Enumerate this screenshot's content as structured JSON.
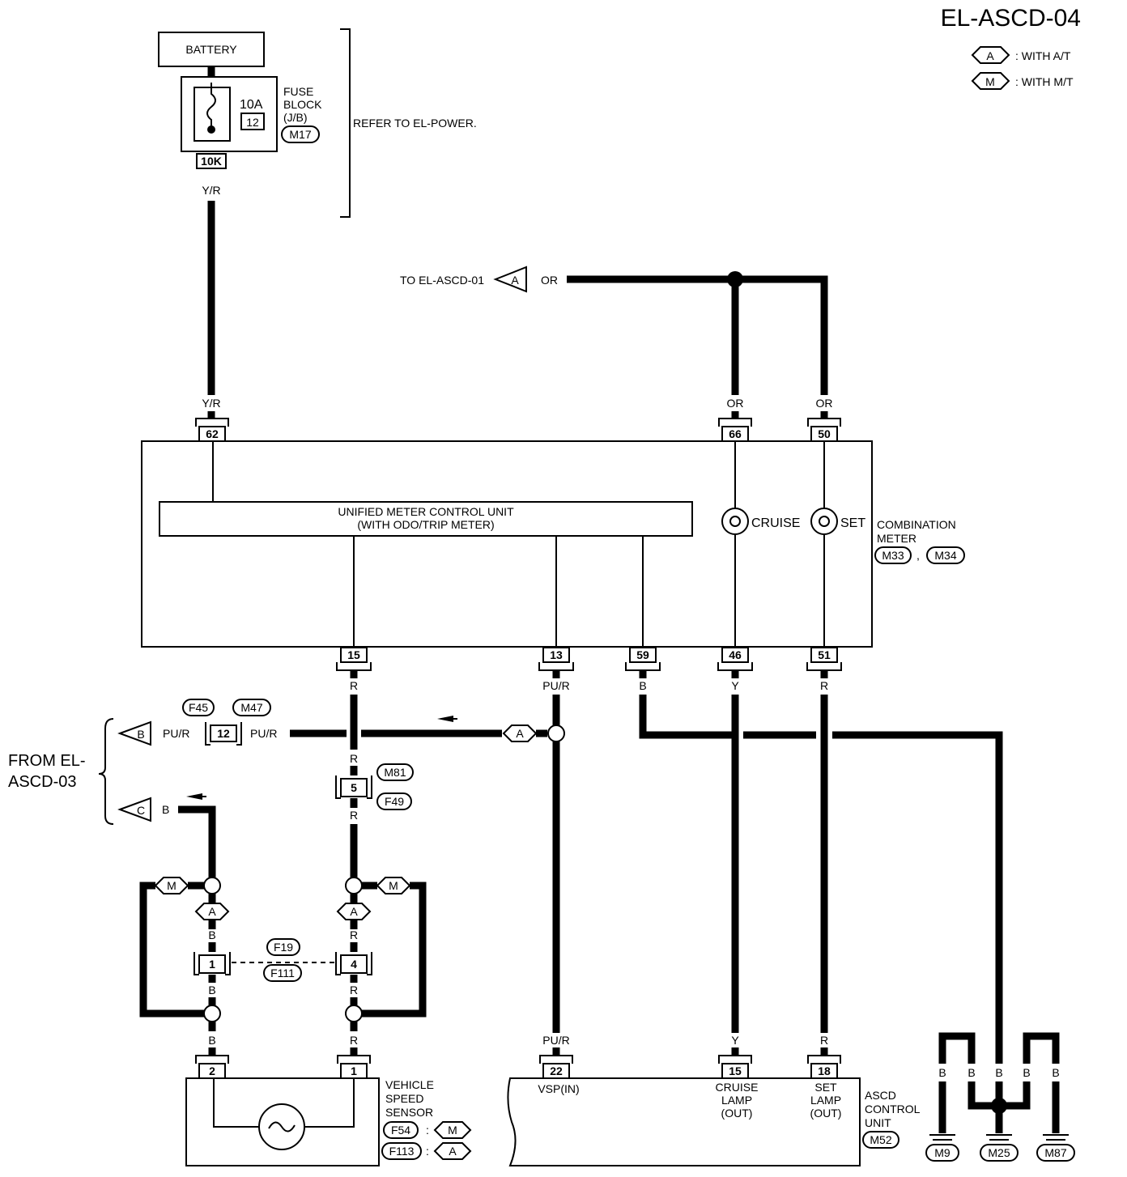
{
  "title": "EL-ASCD-04",
  "legend": {
    "a_symbol": "A",
    "a_text": ": WITH A/T",
    "m_symbol": "M",
    "m_text": ": WITH M/T"
  },
  "battery": "BATTERY",
  "fuse": {
    "amp": "10A",
    "number": "12",
    "label1": "FUSE",
    "label2": "BLOCK",
    "label3": "(J/B)",
    "connector": "M17",
    "terminal": "10K",
    "refer": "REFER TO EL-POWER."
  },
  "wires": {
    "yr": "Y/R",
    "or": "OR",
    "r": "R",
    "pur": "PU/R",
    "b": "B",
    "y": "Y"
  },
  "to_ascd01": {
    "label": "TO EL-ASCD-01",
    "symbol": "A"
  },
  "combination_meter": {
    "label1": "COMBINATION",
    "label2": "METER",
    "conn1": "M33",
    "sep": ",",
    "conn2": "M34",
    "unit_line1": "UNIFIED METER CONTROL UNIT",
    "unit_line2": "(WITH ODO/TRIP METER)",
    "cruise": "CRUISE",
    "set": "SET",
    "pins_top": [
      "62",
      "66",
      "50"
    ],
    "pins_bottom": [
      "15",
      "13",
      "59",
      "46",
      "51"
    ]
  },
  "from_ascd03": {
    "line1": "FROM EL-",
    "line2": "ASCD-03",
    "b_symbol": "B",
    "c_symbol": "C",
    "conn_f45": "F45",
    "conn_m47": "M47",
    "pin12": "12"
  },
  "a_marker": "A",
  "m_marker": "M",
  "mid_connector": {
    "pin": "5",
    "conn1": "M81",
    "conn2": "F49"
  },
  "f19_connector": {
    "conn1": "F19",
    "conn2": "F111",
    "pin_left": "1",
    "pin_right": "4"
  },
  "vss": {
    "line1": "VEHICLE",
    "line2": "SPEED",
    "line3": "SENSOR",
    "pins": [
      "2",
      "1"
    ],
    "conn1": "F54",
    "conn1_mode": "M",
    "conn2": "F113",
    "conn2_mode": "A",
    "colon": ":"
  },
  "ascd": {
    "label1": "ASCD",
    "label2": "CONTROL",
    "label3": "UNIT",
    "connector": "M52",
    "pins": [
      "22",
      "15",
      "18"
    ],
    "vsp": "VSP(IN)",
    "cruise1": "CRUISE",
    "cruise2": "LAMP",
    "cruise3": "(OUT)",
    "set1": "SET",
    "set2": "LAMP",
    "set3": "(OUT)"
  },
  "grounds": [
    "M9",
    "M25",
    "M87"
  ]
}
